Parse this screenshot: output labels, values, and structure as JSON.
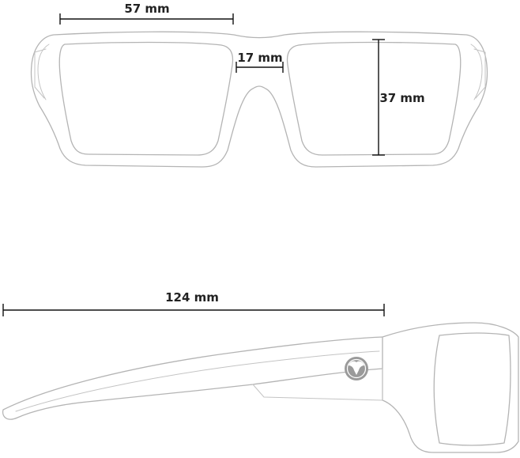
{
  "dimensions": {
    "lens_width": "57 mm",
    "bridge_width": "17 mm",
    "lens_height": "37 mm",
    "temple_length": "124 mm"
  },
  "colors": {
    "outline": "#b4b4b4",
    "dimension_line": "#111111",
    "label_text": "#222222",
    "logo_fill": "#9a9a9a"
  },
  "icons": {
    "brand_logo": "magpul-logo"
  }
}
